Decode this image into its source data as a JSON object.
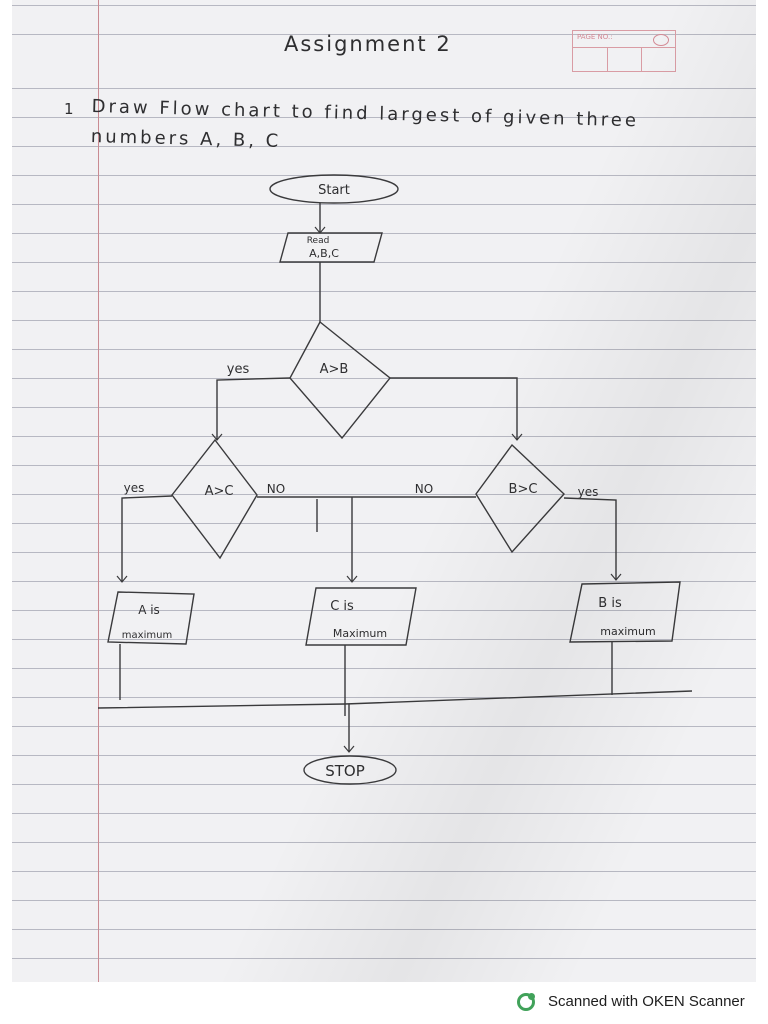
{
  "title": "Assignment 2",
  "page_no_label": "PAGE NO.:",
  "question": {
    "number": "1",
    "text": "Draw Flow chart to find largest of given three numbers A, B, C"
  },
  "flowchart": {
    "start": "Start",
    "read_line1": "Read",
    "read_line2": "A,B,C",
    "decision1": "A>B",
    "decision2": "A>C",
    "decision3": "B>C",
    "yes_label": "yes",
    "yes_label2": "yes",
    "yes_label3": "yes",
    "no_label": "NO",
    "no_label2": "NO",
    "out_a_line1": "A is",
    "out_a_line2": "maximum",
    "out_c_line1": "C is",
    "out_c_line2": "Maximum",
    "out_b_line1": "B is",
    "out_b_line2": "maximum",
    "stop": "STOP"
  },
  "footer": {
    "text": "Scanned with OKEN Scanner",
    "brand_color": "#41a25a"
  },
  "colors": {
    "paper": "#f1f1f3",
    "rule": "#b7b8c2",
    "margin": "#c98b92",
    "ink": "#2e2e30"
  }
}
